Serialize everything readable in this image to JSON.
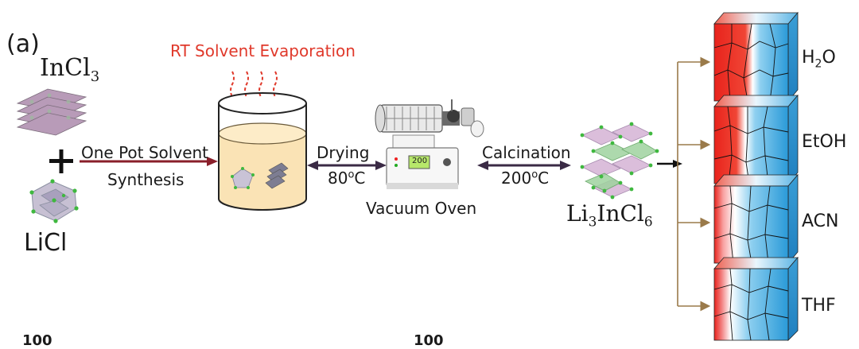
{
  "panel_label": "(a)",
  "precursors": {
    "indium": {
      "base": "InCl",
      "sub": "3"
    },
    "plus": "+",
    "lithium": "LiCl"
  },
  "steps": {
    "synthesis": {
      "line1": "One Pot Solvent",
      "line2": "Synthesis"
    },
    "evaporation": "RT Solvent Evaporation",
    "drying": {
      "name": "Drying",
      "temp_value": "80",
      "temp_sup": "o",
      "temp_unit": "C"
    },
    "oven": "Vacuum Oven",
    "calcination": {
      "name": "Calcination",
      "temp_value": "200",
      "temp_sup": "o",
      "temp_unit": "C"
    }
  },
  "product": {
    "p1": "Li",
    "s1": "3",
    "p2": "InCl",
    "s2": "6"
  },
  "solvents": [
    {
      "base": "H",
      "sub": "2",
      "tail": "O"
    },
    {
      "base": "EtOH",
      "sub": "",
      "tail": ""
    },
    {
      "base": "ACN",
      "sub": "",
      "tail": ""
    },
    {
      "base": "THF",
      "sub": "",
      "tail": ""
    }
  ],
  "oven_display": "200",
  "bottom_ticks": [
    "100",
    "100"
  ],
  "colors": {
    "evaporation_text": "#e0392b",
    "arrow_dark": "#3a2a45",
    "arrow_red": "#8a1f2a",
    "branch_line": "#9a7a4a",
    "cube_red": "#e8231c",
    "cube_blue": "#2a9ad8",
    "beaker_fill": "#fae3b5"
  }
}
